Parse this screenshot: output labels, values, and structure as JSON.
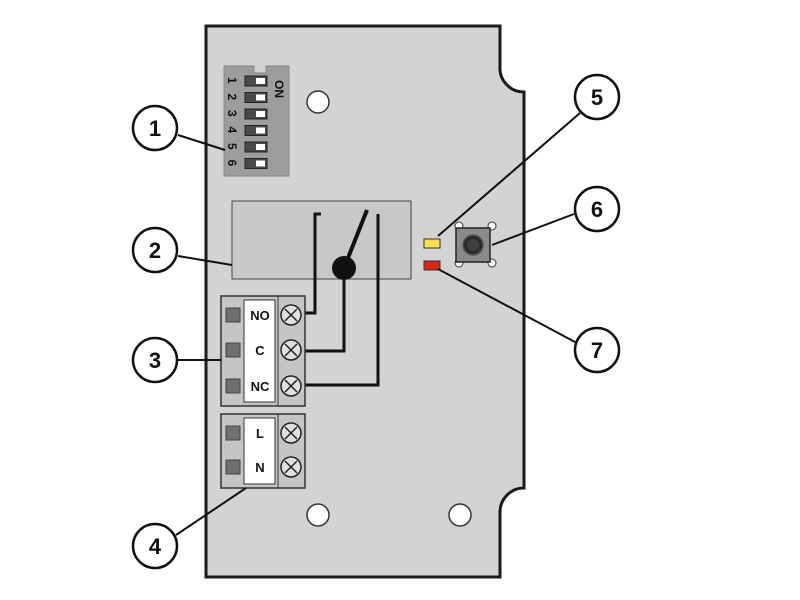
{
  "callouts": [
    "1",
    "2",
    "3",
    "4",
    "5",
    "6",
    "7"
  ],
  "dip_switch": {
    "on_label": "ON",
    "numbers": [
      "1",
      "2",
      "3",
      "4",
      "5",
      "6"
    ]
  },
  "relay_terminals": [
    "NO",
    "C",
    "NC"
  ],
  "power_terminals": [
    "L",
    "N"
  ],
  "colors": {
    "board": "#d3d3d3",
    "led_yellow": "#f4e04d",
    "led_red": "#d8261c",
    "outline": "#1a1a1a"
  }
}
